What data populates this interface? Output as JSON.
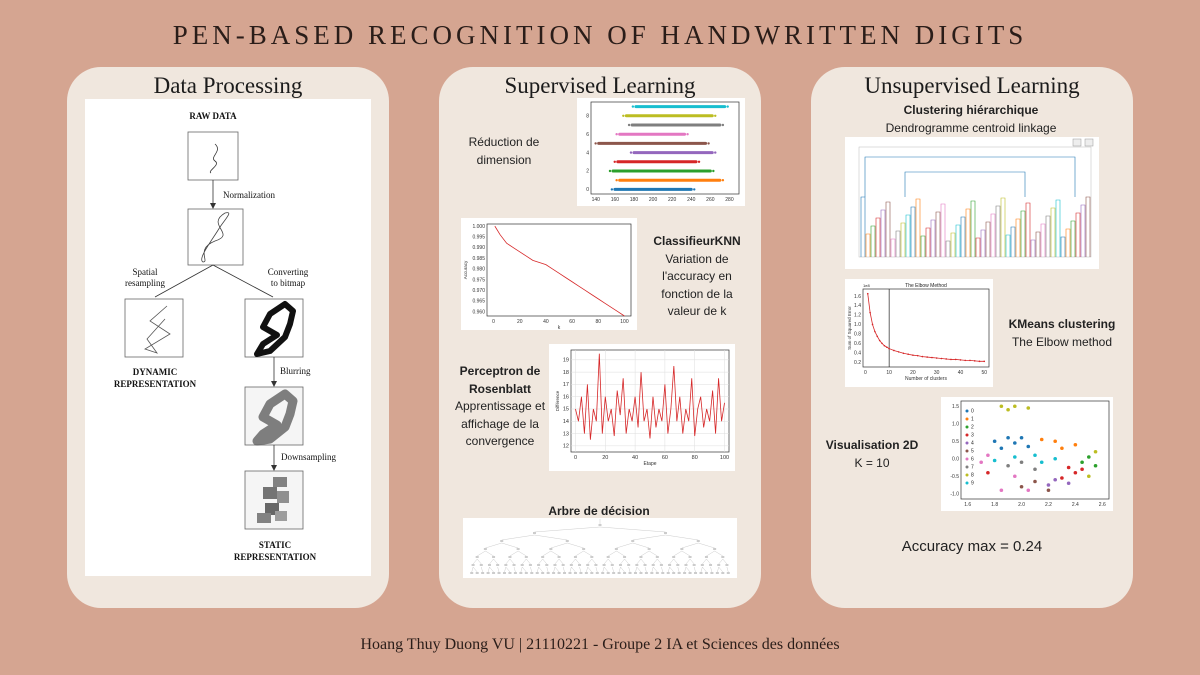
{
  "title": "PEN-BASED RECOGNITION OF HANDWRITTEN DIGITS",
  "footer": "Hoang Thuy Duong VU | 21110221 - Groupe 2 IA et Sciences des données",
  "panels": {
    "data_processing": {
      "title": "Data Processing",
      "diagram": {
        "raw": "RAW DATA",
        "normalization": "Normalization",
        "spatial_1": "Spatial",
        "spatial_2": "resampling",
        "converting_1": "Converting",
        "converting_2": "to bitmap",
        "dynamic_1": "DYNAMIC",
        "dynamic_2": "REPRESENTATION",
        "blurring": "Blurring",
        "downsampling": "Downsampling",
        "static_1": "STATIC",
        "static_2": "REPRESENTATION"
      }
    },
    "supervised": {
      "title": "Supervised Learning",
      "reduction_1": "Réduction de",
      "reduction_2": "dimension",
      "knn_title": "ClassifieurKNN",
      "knn_1": "Variation de",
      "knn_2": "l'accuracy en",
      "knn_3": "fonction de la",
      "knn_4": "valeur de k",
      "perceptron_1": "Perceptron de",
      "perceptron_2": "Rosenblatt",
      "perceptron_3": "Apprentissage et",
      "perceptron_4": "affichage de la",
      "perceptron_5": "convergence",
      "tree_title": "Arbre de décision"
    },
    "unsupervised": {
      "title": "Unsupervised Learning",
      "clustering_title": "Clustering hiérarchique",
      "clustering_sub": "Dendrogramme centroid linkage",
      "kmeans_title": "KMeans clustering",
      "kmeans_sub": "The Elbow method",
      "viz_title": "Visualisation 2D",
      "viz_sub": "K = 10",
      "accuracy": "Accuracy max = 0.24"
    }
  },
  "chart_data": [
    {
      "type": "scatter",
      "name": "reduction-dimension",
      "xticks": [
        "140",
        "160",
        "180",
        "200",
        "220",
        "240",
        "260",
        "280"
      ],
      "yticks": [
        "0",
        "2",
        "4",
        "6",
        "8"
      ],
      "xlim": [
        135,
        290
      ],
      "ylim": [
        -0.5,
        9.5
      ],
      "rows": [
        {
          "y": 0,
          "x": [
            160,
            240
          ],
          "color": "#1f77b4"
        },
        {
          "y": 1,
          "x": [
            165,
            270
          ],
          "color": "#ff7f0e"
        },
        {
          "y": 2,
          "x": [
            158,
            260
          ],
          "color": "#2ca02c"
        },
        {
          "y": 3,
          "x": [
            163,
            245
          ],
          "color": "#d62728"
        },
        {
          "y": 4,
          "x": [
            180,
            262
          ],
          "color": "#9467bd"
        },
        {
          "y": 5,
          "x": [
            143,
            255
          ],
          "color": "#8c564b"
        },
        {
          "y": 6,
          "x": [
            165,
            233
          ],
          "color": "#e377c2"
        },
        {
          "y": 7,
          "x": [
            178,
            270
          ],
          "color": "#7f7f7f"
        },
        {
          "y": 8,
          "x": [
            172,
            262
          ],
          "color": "#bcbd22"
        },
        {
          "y": 9,
          "x": [
            182,
            275
          ],
          "color": "#17becf"
        }
      ]
    },
    {
      "type": "line",
      "name": "knn-accuracy",
      "xlabel": "k",
      "ylabel": "Accuracy",
      "xticks": [
        "0",
        "20",
        "40",
        "60",
        "80",
        "100"
      ],
      "yticks": [
        "0.960",
        "0.965",
        "0.970",
        "0.975",
        "0.980",
        "0.985",
        "0.990",
        "0.995",
        "1.000"
      ],
      "xlim": [
        -5,
        105
      ],
      "ylim": [
        0.958,
        1.001
      ],
      "color": "#d62728",
      "x": [
        1,
        5,
        10,
        15,
        20,
        25,
        30,
        35,
        40,
        45,
        50,
        55,
        60,
        65,
        70,
        75,
        80,
        85,
        90,
        95,
        100
      ],
      "y": [
        1.0,
        0.996,
        0.992,
        0.99,
        0.988,
        0.986,
        0.984,
        0.983,
        0.982,
        0.98,
        0.978,
        0.976,
        0.974,
        0.972,
        0.97,
        0.968,
        0.966,
        0.964,
        0.962,
        0.96,
        0.958
      ]
    },
    {
      "type": "line",
      "name": "perceptron-convergence",
      "xlabel": "Etape",
      "ylabel": "Différence",
      "xticks": [
        "0",
        "20",
        "40",
        "60",
        "80",
        "100"
      ],
      "yticks": [
        "12",
        "13",
        "14",
        "15",
        "16",
        "17",
        "18",
        "19"
      ],
      "xlim": [
        -3,
        103
      ],
      "ylim": [
        11.5,
        19.8
      ],
      "color": "#d62728",
      "x": [
        0,
        2,
        4,
        6,
        8,
        10,
        12,
        14,
        16,
        18,
        20,
        22,
        24,
        26,
        28,
        30,
        32,
        34,
        36,
        38,
        40,
        42,
        44,
        46,
        48,
        50,
        52,
        54,
        56,
        58,
        60,
        62,
        64,
        66,
        68,
        70,
        72,
        74,
        76,
        78,
        80,
        82,
        84,
        86,
        88,
        90,
        92,
        94,
        96,
        98,
        100
      ],
      "y": [
        15,
        14,
        16,
        13,
        17,
        12.5,
        15,
        14,
        19.5,
        13,
        16,
        14,
        15,
        12.8,
        16.5,
        14.5,
        17.5,
        13,
        15,
        14,
        16,
        13.5,
        18,
        14,
        15,
        12.6,
        16,
        13.5,
        15,
        14,
        17,
        13,
        15,
        18.5,
        14,
        16,
        13,
        15,
        14,
        17.5,
        12.8,
        15,
        16,
        13.5,
        15,
        14,
        16.5,
        13,
        17.5,
        14,
        15.5
      ]
    },
    {
      "type": "line",
      "name": "elbow-method",
      "title": "The Elbow Method",
      "xlabel": "Number of clusters",
      "ylabel": "Sum of Squared Error",
      "scale_label": "1e8",
      "xticks": [
        "0",
        "10",
        "20",
        "30",
        "40",
        "50"
      ],
      "yticks": [
        "0.2",
        "0.4",
        "0.6",
        "0.8",
        "1.0",
        "1.2",
        "1.4",
        "1.6"
      ],
      "xlim": [
        -1,
        52
      ],
      "ylim": [
        0.1,
        1.75
      ],
      "vline": 10,
      "color": "#d62728",
      "x": [
        1,
        2,
        3,
        4,
        5,
        6,
        7,
        8,
        9,
        10,
        12,
        14,
        16,
        18,
        20,
        22,
        24,
        26,
        28,
        30,
        32,
        34,
        36,
        38,
        40,
        42,
        44,
        46,
        48,
        50
      ],
      "y": [
        1.65,
        1.25,
        1.0,
        0.85,
        0.75,
        0.66,
        0.6,
        0.55,
        0.52,
        0.49,
        0.45,
        0.42,
        0.39,
        0.37,
        0.35,
        0.34,
        0.32,
        0.31,
        0.3,
        0.29,
        0.28,
        0.27,
        0.26,
        0.26,
        0.25,
        0.24,
        0.24,
        0.23,
        0.22,
        0.22
      ]
    },
    {
      "type": "scatter",
      "name": "visualisation-2d",
      "legend": [
        "0",
        "1",
        "2",
        "3",
        "4",
        "5",
        "6",
        "7",
        "8",
        "9"
      ],
      "xticks": [
        "1.6",
        "1.8",
        "2.0",
        "2.2",
        "2.4",
        "2.6"
      ],
      "yticks": [
        "-1.0",
        "-0.5",
        "0.0",
        "0.5",
        "1.0",
        "1.5"
      ],
      "xlim": [
        1.55,
        2.65
      ],
      "ylim": [
        -1.15,
        1.65
      ],
      "colors": [
        "#1f77b4",
        "#ff7f0e",
        "#2ca02c",
        "#d62728",
        "#9467bd",
        "#8c564b",
        "#e377c2",
        "#7f7f7f",
        "#bcbd22",
        "#17becf"
      ],
      "points": [
        {
          "x": 1.85,
          "y": 1.5,
          "c": 8
        },
        {
          "x": 1.95,
          "y": 1.5,
          "c": 8
        },
        {
          "x": 2.05,
          "y": 1.45,
          "c": 8
        },
        {
          "x": 1.9,
          "y": 1.4,
          "c": 8
        },
        {
          "x": 1.8,
          "y": 0.5,
          "c": 0
        },
        {
          "x": 1.9,
          "y": 0.6,
          "c": 0
        },
        {
          "x": 2.0,
          "y": 0.6,
          "c": 0
        },
        {
          "x": 1.85,
          "y": 0.3,
          "c": 0
        },
        {
          "x": 2.05,
          "y": 0.35,
          "c": 0
        },
        {
          "x": 1.95,
          "y": 0.45,
          "c": 0
        },
        {
          "x": 2.15,
          "y": 0.55,
          "c": 1
        },
        {
          "x": 2.25,
          "y": 0.5,
          "c": 1
        },
        {
          "x": 2.3,
          "y": 0.3,
          "c": 1
        },
        {
          "x": 2.4,
          "y": 0.4,
          "c": 1
        },
        {
          "x": 2.5,
          "y": 0.05,
          "c": 2
        },
        {
          "x": 2.55,
          "y": -0.2,
          "c": 2
        },
        {
          "x": 2.45,
          "y": -0.1,
          "c": 2
        },
        {
          "x": 2.35,
          "y": -0.25,
          "c": 3
        },
        {
          "x": 2.4,
          "y": -0.4,
          "c": 3
        },
        {
          "x": 2.3,
          "y": -0.55,
          "c": 3
        },
        {
          "x": 1.75,
          "y": -0.4,
          "c": 3
        },
        {
          "x": 2.45,
          "y": -0.3,
          "c": 3
        },
        {
          "x": 2.25,
          "y": -0.6,
          "c": 4
        },
        {
          "x": 2.2,
          "y": -0.75,
          "c": 4
        },
        {
          "x": 2.35,
          "y": -0.7,
          "c": 4
        },
        {
          "x": 2.1,
          "y": -0.65,
          "c": 5
        },
        {
          "x": 2.0,
          "y": -0.8,
          "c": 5
        },
        {
          "x": 2.2,
          "y": -0.9,
          "c": 5
        },
        {
          "x": 1.7,
          "y": -0.1,
          "c": 6
        },
        {
          "x": 1.75,
          "y": 0.1,
          "c": 6
        },
        {
          "x": 1.85,
          "y": -0.9,
          "c": 6
        },
        {
          "x": 1.95,
          "y": -0.5,
          "c": 6
        },
        {
          "x": 2.05,
          "y": -0.9,
          "c": 6
        },
        {
          "x": 1.9,
          "y": -0.2,
          "c": 7
        },
        {
          "x": 2.1,
          "y": -0.3,
          "c": 7
        },
        {
          "x": 2.0,
          "y": -0.1,
          "c": 7
        },
        {
          "x": 2.55,
          "y": 0.2,
          "c": 8
        },
        {
          "x": 2.5,
          "y": -0.5,
          "c": 8
        },
        {
          "x": 1.8,
          "y": -0.05,
          "c": 9
        },
        {
          "x": 1.95,
          "y": 0.05,
          "c": 9
        },
        {
          "x": 2.1,
          "y": 0.1,
          "c": 9
        },
        {
          "x": 2.25,
          "y": 0.0,
          "c": 9
        },
        {
          "x": 2.15,
          "y": -0.1,
          "c": 9
        }
      ]
    }
  ]
}
